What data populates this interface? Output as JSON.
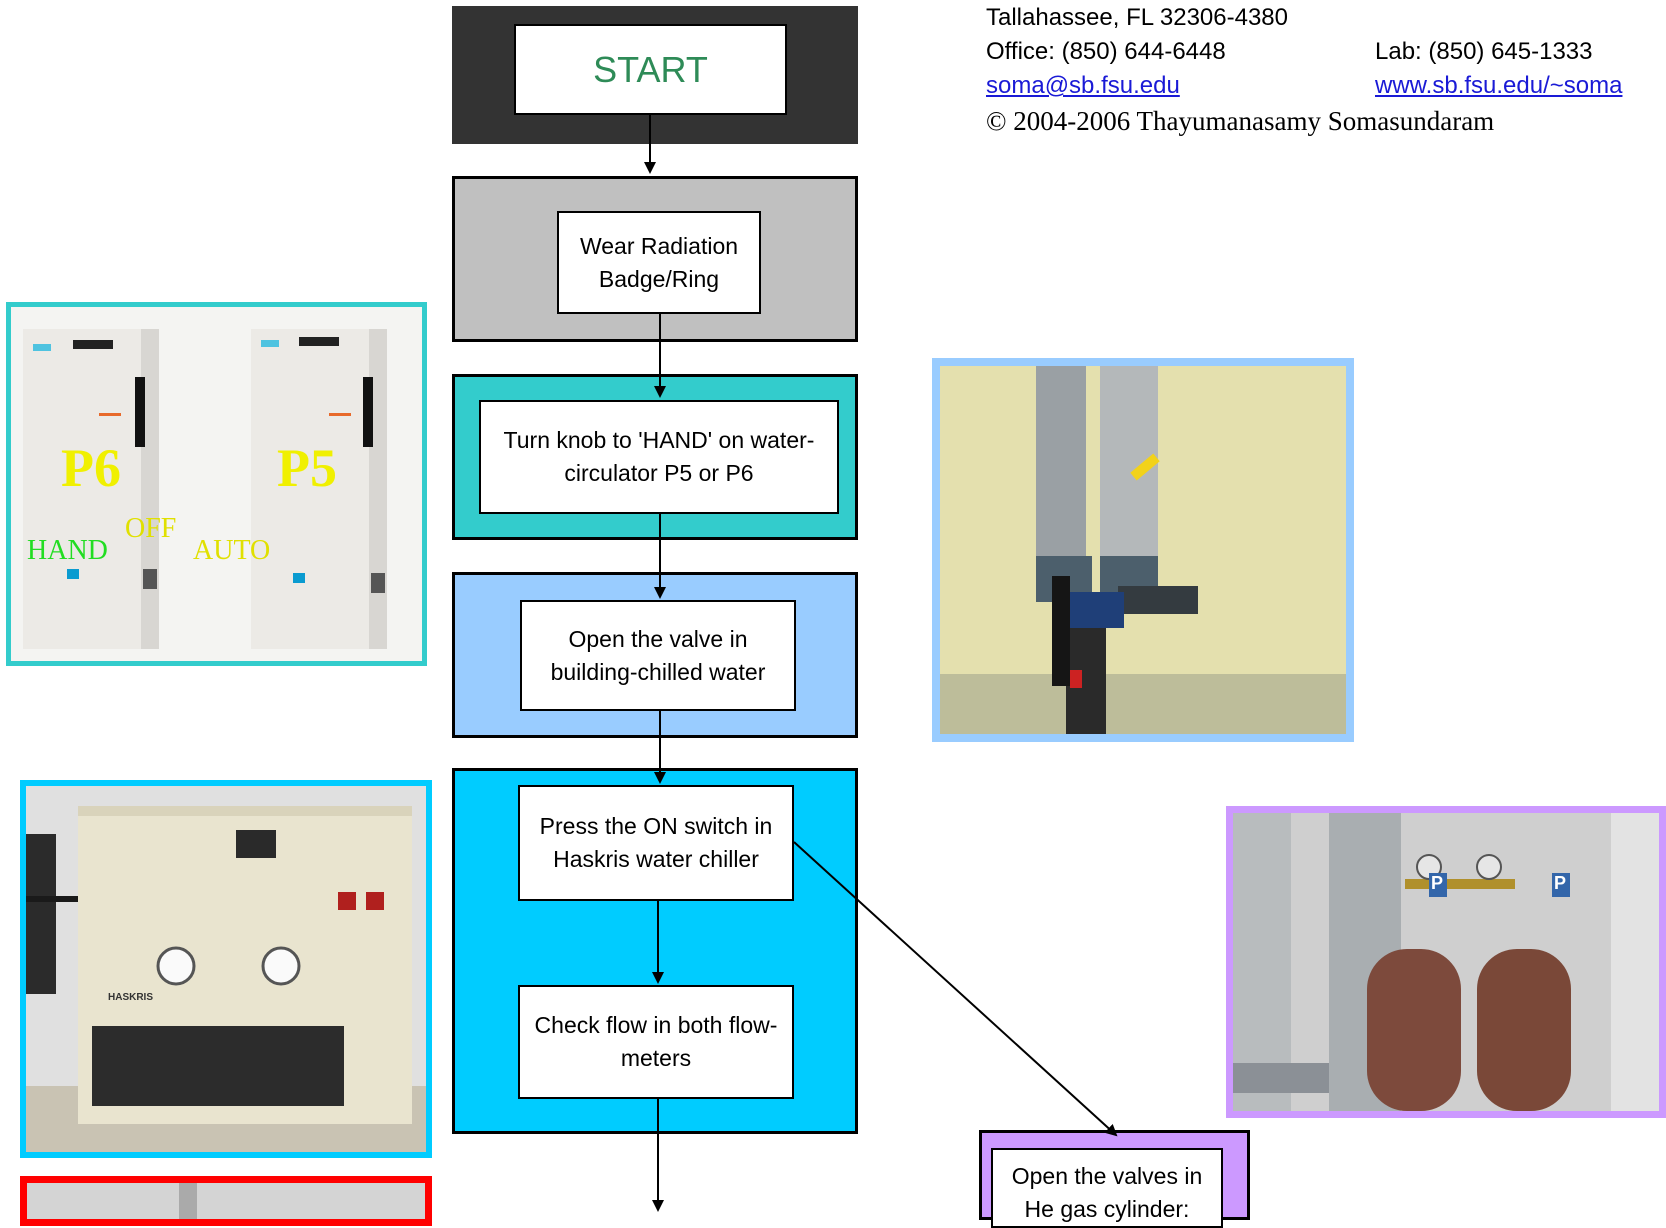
{
  "header": {
    "address": "Tallahassee, FL 32306-4380",
    "office": "Office: (850) 644-6448",
    "lab": "Lab: (850) 645-1333",
    "email": "soma@sb.fsu.edu",
    "website": "www.sb.fsu.edu/~soma",
    "copyright": "© 2004-2006 Thayumanasamy Somasundaram"
  },
  "flow": {
    "start": "START",
    "step1": "Wear Radiation Badge/Ring",
    "step2": "Turn knob to 'HAND' on water-circulator P5 or P6",
    "step3": "Open the valve in building-chilled water",
    "step4": "Press the ON switch in Haskris water chiller",
    "step5": "Check flow in both flow-meters",
    "side_step": "Open the valves in He gas cylinder:"
  },
  "photos": {
    "circulators": {
      "label_p6": "P6",
      "label_p5": "P5",
      "label_hand": "HAND",
      "label_off": "OFF",
      "label_auto": "AUTO"
    },
    "chiller": {
      "brand": "HASKRIS"
    },
    "cylinders": {
      "tag": "P"
    }
  },
  "colors": {
    "start_panel": "#333333",
    "step1_panel": "#c0c0c0",
    "step2_panel": "#33cccc",
    "step3_panel": "#99ccff",
    "step4_panel": "#00ccff",
    "side_panel": "#cc99ff",
    "frame_teal": "#33cccc",
    "frame_lightblue": "#99ccff",
    "frame_cyan": "#00ccff",
    "frame_purple": "#cc99ff",
    "frame_red": "#ff0000"
  }
}
